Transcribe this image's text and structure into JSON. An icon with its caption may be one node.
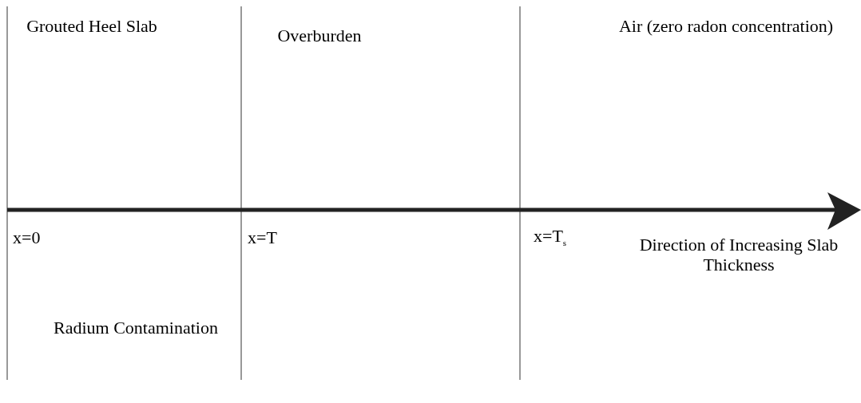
{
  "diagram": {
    "labels": [
      "Grouted Heel Slab",
      "Overburden",
      "Air (zero radon concentration)",
      "x=0",
      "x=T",
      "x=T$_{s}$",
      "Direction of Increasing Slab Thickness",
      "Radium Contamination"
    ]
  }
}
